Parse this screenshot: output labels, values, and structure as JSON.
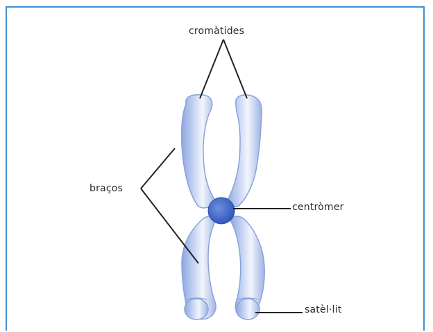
{
  "labels": {
    "cromatides": "cromàtides",
    "bracos": "braços",
    "centromer": "centròmer",
    "satelit": "satèl·lit"
  },
  "colors": {
    "border": "#3d8fd0",
    "chromatid_fill": "#b8c9ee",
    "chromatid_edge": "#7e99d6",
    "centromere": "#4a6fcc",
    "leader_lines": "#222222"
  }
}
